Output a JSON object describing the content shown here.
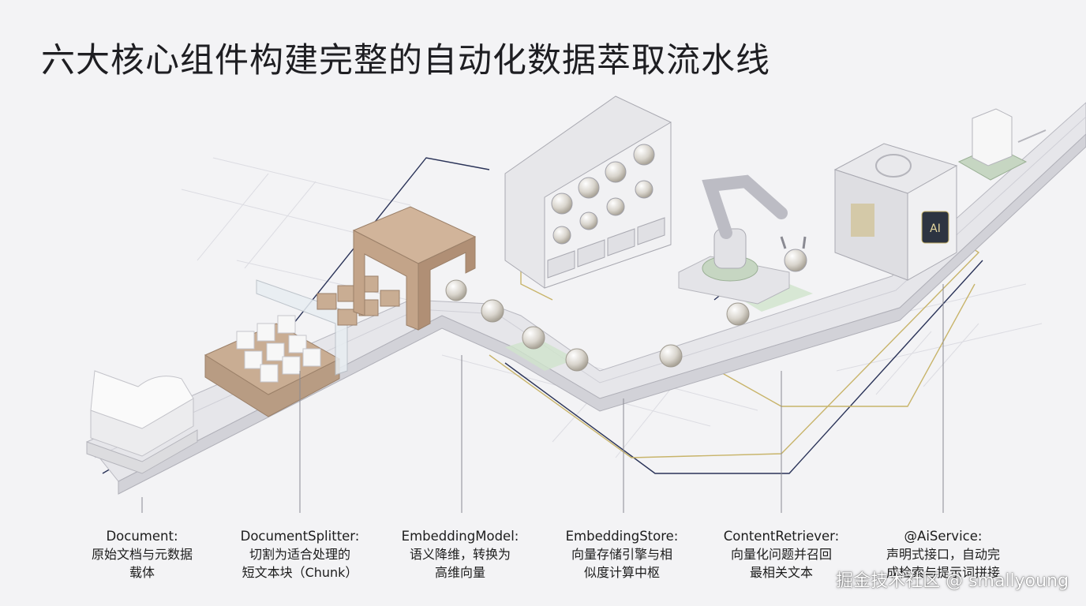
{
  "title": "六大核心组件构建完整的自动化数据萃取流水线",
  "components": [
    {
      "name": "Document:",
      "desc": "原始文档与元数据\n载体"
    },
    {
      "name": "DocumentSplitter:",
      "desc": "切割为适合处理的\n短文本块（Chunk）"
    },
    {
      "name": "EmbeddingModel:",
      "desc": "语义降维，转换为\n高维向量"
    },
    {
      "name": "EmbeddingStore:",
      "desc": "向量存储引擎与相\n似度计算中枢"
    },
    {
      "name": "ContentRetriever:",
      "desc": "向量化问题并召回\n最相关文本"
    },
    {
      "name": "@AiService:",
      "desc": "声明式接口，自动完\n成检索与提示词拼接"
    }
  ],
  "ai_badge": "AI",
  "watermark": "掘金技术社区 @ smallyoung",
  "colors": {
    "accent_tan": "#c9ad93",
    "accent_green": "#8fb98a",
    "line_gold": "#c8b46a",
    "line_navy": "#2a3358"
  }
}
